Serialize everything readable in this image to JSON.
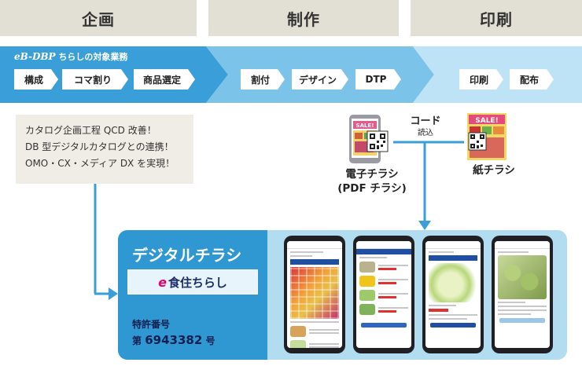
{
  "phases": [
    {
      "label": "企画"
    },
    {
      "label": "制作"
    },
    {
      "label": "印刷"
    }
  ],
  "intro_tag": {
    "logo": "eB-DBP",
    "suffix": "ちらしの対象業務"
  },
  "steps": {
    "plan": [
      "構成",
      "コマ割り",
      "商品選定"
    ],
    "production": [
      "割付",
      "デザイン",
      "DTP"
    ],
    "printing": [
      "印刷",
      "配布"
    ]
  },
  "note_box": {
    "lines": [
      "カタログ企画工程 QCD 改善！",
      "DB 型デジタルカタログとの連携！",
      "OMO・CX・メディア DX を実現！"
    ]
  },
  "code_link": {
    "label": "コード",
    "sub": "読込"
  },
  "electronic_flyer": {
    "line1": "電子チラシ",
    "line2": "(PDF チラシ)"
  },
  "paper_flyer": {
    "label": "紙チラシ"
  },
  "digital_panel": {
    "title": "デジタルチラシ",
    "service_prefix": "e",
    "service_name": "食住ちらし",
    "patent_label": "特許番号",
    "patent_prefix": "第",
    "patent_number": "6943382",
    "patent_suffix": "号"
  },
  "colors": {
    "plan_band": "#3a9fd8",
    "production_band": "#7cc3ea",
    "printing_band": "#bfe3f6",
    "phase_header_bg": "#e2dfd5",
    "arrow": "#3a9fd8",
    "panel_dark": "#2f98d3",
    "panel_light": "#b2ddf0"
  },
  "icons": [
    "phone-flyer-icon",
    "qr-code-icon",
    "paper-flyer-icon",
    "smartphone-icon"
  ]
}
